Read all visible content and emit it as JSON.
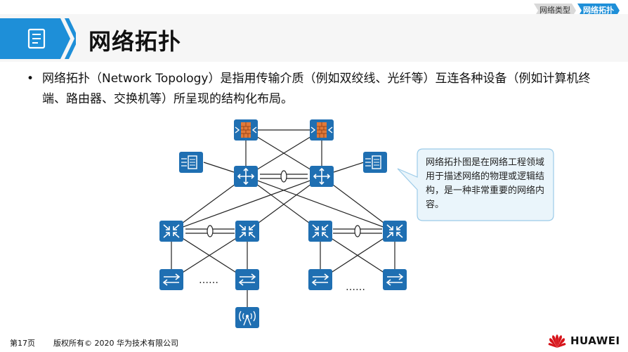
{
  "nav": {
    "tabs": [
      {
        "label": "网络类型",
        "active": false
      },
      {
        "label": "网络拓扑",
        "active": true
      }
    ]
  },
  "header": {
    "title": "网络拓扑"
  },
  "content": {
    "bullet": "网络拓扑（Network Topology）是指用传输介质（例如双绞线、光纤等）互连各种设备（例如计算机终端、路由器、交换机等）所呈现的结构化布局。"
  },
  "diagram": {
    "callout": "网络拓扑图是在网络工程领域用于描述网络的物理或逻辑结构，是一种非常重要的网络内容。",
    "ellipsis_left": "……",
    "ellipsis_right": "……"
  },
  "footer": {
    "page": "第17页",
    "copyright": "版权所有© 2020 华为技术有限公司",
    "brand": "HUAWEI"
  },
  "colors": {
    "accent": "#1e8fd8",
    "device_blue": "#1f6fb2",
    "firewall_orange": "#e07a3a"
  }
}
